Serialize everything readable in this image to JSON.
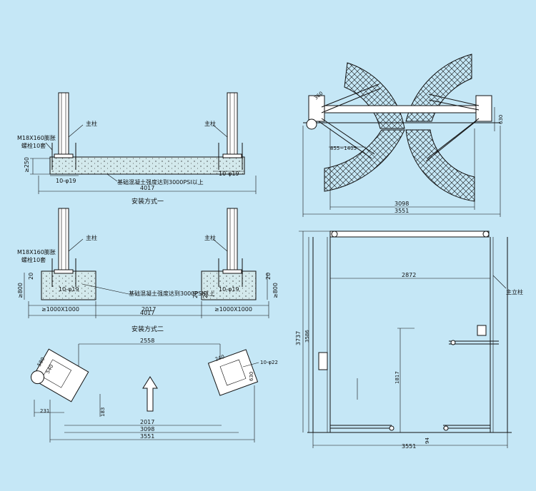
{
  "colors": {
    "background": "#c5e7f6",
    "line": "#111111",
    "concrete": "#d3e9ec"
  },
  "install1": {
    "caption": "安装方式一",
    "post_left": "主柱",
    "post_right": "主柱",
    "bolt_label": "M18X160膨胀",
    "bolt_label2": "螺栓10套",
    "dim_depth": "≥250",
    "dim_hole_left": "10-φ19",
    "dim_hole_right": "10-φ19",
    "note": "基础混凝土强度达到3000PSI以上",
    "dim_total": "4017"
  },
  "install2": {
    "caption": "安装方式二",
    "post_left": "主柱",
    "post_right": "主柱",
    "bolt_label": "M18X160膨胀",
    "bolt_label2": "螺栓10套",
    "dim_depth_left": "≥800",
    "dim_depth_right": "≥800",
    "dim_20_left": "20",
    "dim_20_right": "20",
    "dim_hole_left": "10-φ19",
    "dim_hole_right": "10-φ19",
    "note": "基础混凝土强度达到3000PSI以上",
    "dim_mid_left": "20",
    "dim_mid_right": "20",
    "dim_pad_left": "≥1000X1000",
    "dim_gap": "2017",
    "dim_pad_right": "≥1000X1000",
    "dim_total": "4017"
  },
  "top_view": {
    "dim_top_left": "360",
    "dim_top_right": "630",
    "dim_arm": "855~1405",
    "dim_inner": "3098",
    "dim_outer": "3551"
  },
  "front_view": {
    "dim_width_top": "2872",
    "dim_height_outer": "3737",
    "dim_height_inner": "3586",
    "dim_mid": "1817",
    "label_post": "主立柱",
    "dim_bottom": "3551",
    "dim_small": "94"
  },
  "plan_view": {
    "dim_top": "2558",
    "dim_580": "580",
    "dim_540": "540",
    "dim_231": "231",
    "dim_183": "183",
    "dim_240": "240",
    "dim_630": "630",
    "dim_holes": "10-φ22",
    "dim_2017": "2017",
    "dim_3098": "3098",
    "dim_3551": "3551"
  }
}
